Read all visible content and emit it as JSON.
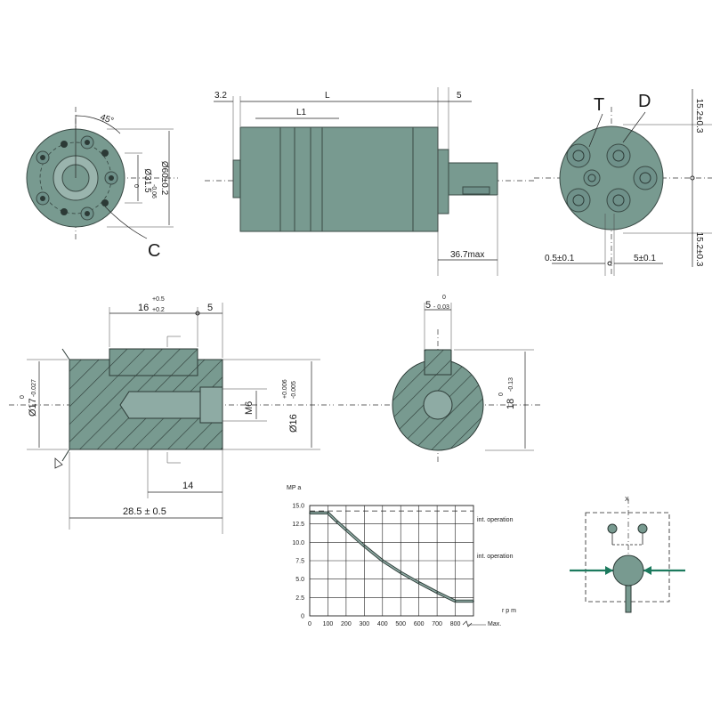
{
  "colors": {
    "body": "#789a90",
    "body_dark": "#5f827a",
    "hatch_line": "#2c3a36",
    "accent_green": "#1c7a5e",
    "line": "#222222"
  },
  "front_view": {
    "angle_label": "45°",
    "dia_outer": "Ø60±0.2",
    "dia_pilot": "Ø31.5",
    "dia_pilot_tol_upper": "0",
    "dia_pilot_tol_lower": "-0.06",
    "callout_c": "C"
  },
  "side_view": {
    "dim_left": "3.2",
    "dim_L": "L",
    "dim_L1": "L1",
    "dim_right": "5",
    "dim_shaft": "36.7max"
  },
  "port_view": {
    "label_t": "T",
    "label_d": "D",
    "dim_top": "15.2±0.3",
    "dim_bottom": "15.2±0.3",
    "dim_a": "0.5±0.1",
    "dim_b": "5±0.1"
  },
  "shaft_section": {
    "key_len": "16",
    "key_len_tol_upper": "+0.5",
    "key_len_tol_lower": "+0.2",
    "key_gap": "5",
    "dia_shaft": "Ø17",
    "dia_shaft_tol_upper": "0",
    "dia_shaft_tol_lower": "-0.027",
    "thread": "M6",
    "dia_16": "Ø16",
    "dia_16_tol_upper": "+0.006",
    "dia_16_tol_lower": "-0.005",
    "dim_14": "14",
    "dim_total": "28.5 ± 0.5"
  },
  "key_section": {
    "key_width": "5",
    "key_width_tol_upper": "0",
    "key_width_tol_lower": "- 0.03",
    "height": "18",
    "height_tol_upper": "0",
    "height_tol_lower": "-0.13"
  },
  "chart_data": {
    "type": "line",
    "ylabel": "MP a",
    "xlabel": "r p m",
    "x_ticks": [
      "0",
      "100",
      "200",
      "300",
      "400",
      "500",
      "600",
      "700",
      "800"
    ],
    "y_ticks": [
      "0",
      "2.5",
      "5.0",
      "7.5",
      "10.0",
      "12.5",
      "15.0"
    ],
    "xlim": [
      0,
      900
    ],
    "ylim": [
      0,
      15
    ],
    "grid": true,
    "series": [
      {
        "x": [
          0,
          100,
          150,
          200,
          300,
          400,
          500,
          600,
          700,
          800,
          900
        ],
        "y": [
          14.0,
          14.0,
          12.8,
          11.7,
          9.5,
          7.5,
          5.9,
          4.5,
          3.2,
          2.0,
          2.0
        ]
      }
    ],
    "annotations": [
      "int. operation",
      "int. operation"
    ],
    "max_label": "Max."
  },
  "symbol": {
    "top_mark": "X"
  }
}
